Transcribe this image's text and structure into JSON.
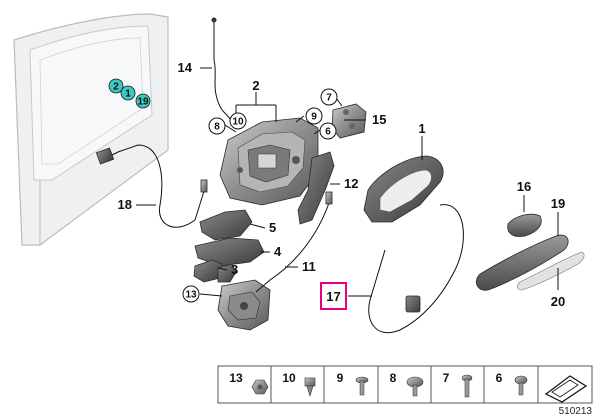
{
  "diagram": {
    "reference_code": "510213",
    "highlight_color": "#e6007e",
    "callout_teal_color": "#3cc9c2",
    "callouts_on_door": [
      "2",
      "1",
      "19"
    ],
    "part_numbers": {
      "p1": "1",
      "p2": "2",
      "p3": "3",
      "p4": "4",
      "p5": "5",
      "p6": "6",
      "p7": "7",
      "p8": "8",
      "p9": "9",
      "p10": "10",
      "p11": "11",
      "p12": "12",
      "p13": "13",
      "p14": "14",
      "p15": "15",
      "p16": "16",
      "p17": "17",
      "p18": "18",
      "p19": "19",
      "p20": "20"
    },
    "legend": [
      {
        "num": "13",
        "icon": "nut-icon"
      },
      {
        "num": "10",
        "icon": "clip-icon"
      },
      {
        "num": "9",
        "icon": "screw-icon"
      },
      {
        "num": "8",
        "icon": "flange-screw-icon"
      },
      {
        "num": "7",
        "icon": "bolt-icon"
      },
      {
        "num": "6",
        "icon": "torx-screw-icon"
      }
    ]
  }
}
